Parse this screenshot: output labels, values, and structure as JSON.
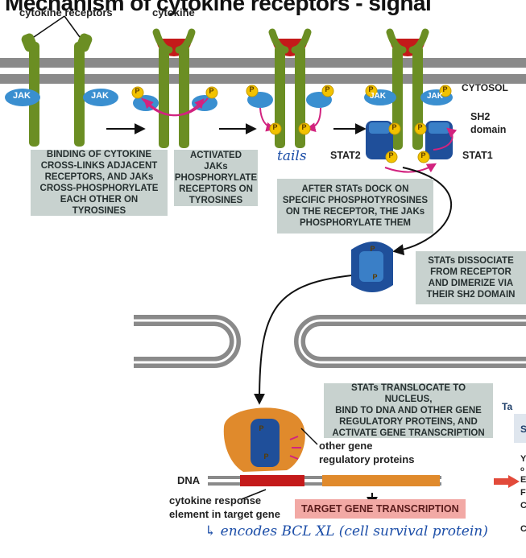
{
  "title": {
    "main": "Mechanism of cytokine receptors - signal",
    "highlight": "",
    "rest": ""
  },
  "labels": {
    "cytokine_receptors": "cytokine receptors",
    "cytokine": "cytokine",
    "cytosol": "CYTOSOL",
    "jak": "JAK",
    "p": "P",
    "sh2_domain_1": "SH2",
    "sh2_domain_2": "domain",
    "stat1": "STAT1",
    "stat2": "STAT2",
    "dna": "DNA",
    "other_gene_1": "other gene",
    "other_gene_2": "regulatory proteins",
    "cre_1": "cytokine response",
    "cre_2": "element in target gene"
  },
  "steps": {
    "step1": [
      "BINDING OF CYTOKINE",
      "CROSS-LINKS ADJACENT",
      "RECEPTORS, AND JAKs",
      "CROSS-PHOSPHORYLATE",
      "EACH OTHER ON TYROSINES"
    ],
    "step2": [
      "ACTIVATED JAKs",
      "PHOSPHORYLATE",
      "RECEPTORS ON",
      "TYROSINES"
    ],
    "step3": [
      "AFTER STATs DOCK ON",
      "SPECIFIC PHOSPHOTYROSINES",
      "ON THE RECEPTOR, THE JAKs",
      "PHOSPHORYLATE THEM"
    ],
    "step4": [
      "STATs DISSOCIATE",
      "FROM RECEPTOR",
      "AND DIMERIZE VIA",
      "THEIR SH2 DOMAIN"
    ],
    "step5": [
      "STATs TRANSLOCATE TO NUCLEUS,",
      "BIND TO DNA AND OTHER GENE",
      "REGULATORY PROTEINS, AND",
      "ACTIVATE GENE TRANSCRIPTION"
    ]
  },
  "target_transcription": "TARGET GENE TRANSCRIPTION",
  "handwriting": {
    "tails": "tails",
    "encodes": "↳ encodes BCL XL (cell survival protein)"
  },
  "side_table": {
    "header": "Ta",
    "row_s": "S",
    "row_y": "Y",
    "row_o": "o",
    "row_e": "E",
    "row_f": "F",
    "row_c": "C",
    "row_c2": "C"
  },
  "colors": {
    "membrane": "#8a8a8a",
    "receptor": "#6b8e23",
    "receptor_dark": "#4a6a1a",
    "cytokine": "#c41a1a",
    "jak": "#3a8fd0",
    "stat": "#1f4f9a",
    "phosphate": "#f2c200",
    "arrow_magenta": "#d2237f",
    "step_box": "#c8d2cf",
    "target_box": "#f2a9a5",
    "regulatory": "#e08a2c",
    "handwriting": "#1c4ea8"
  }
}
